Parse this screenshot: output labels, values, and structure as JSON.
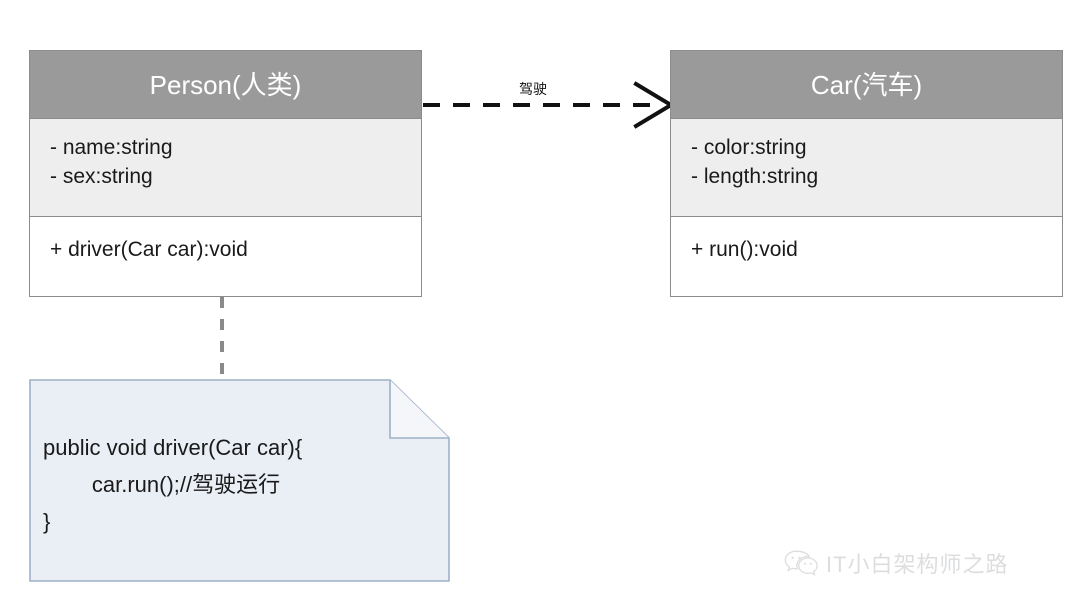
{
  "diagram": {
    "type": "uml-class-diagram",
    "background": "#ffffff",
    "header_fill": "#9a9a9a",
    "attr_fill": "#eeeeee",
    "border_color": "#8c8c8c",
    "note_fill": "#eaeef5",
    "note_border": "#9fb0c9"
  },
  "classes": [
    {
      "id": "person",
      "name": "Person(人类)",
      "attributes": [
        "- name:string",
        "- sex:string"
      ],
      "methods": [
        "+ driver(Car car):void"
      ]
    },
    {
      "id": "car",
      "name": "Car(汽车)",
      "attributes": [
        "- color:string",
        "- length:string"
      ],
      "methods": [
        "+ run():void"
      ]
    }
  ],
  "relations": [
    {
      "id": "dependency",
      "from": "person",
      "to": "car",
      "label": "驾驶",
      "style": "dashed",
      "arrow": "open-arrow"
    },
    {
      "id": "note-link",
      "from": "person",
      "to": "note",
      "label": "",
      "style": "dashed",
      "arrow": "none"
    }
  ],
  "note": {
    "id": "note",
    "lines": [
      "public void driver(Car car){",
      "        car.run();//驾驶运行",
      "}"
    ],
    "text": "public void driver(Car car){\n        car.run();//驾驶运行\n}"
  },
  "watermark": {
    "icon": "wechat-icon",
    "text": "IT小白架构师之路"
  }
}
